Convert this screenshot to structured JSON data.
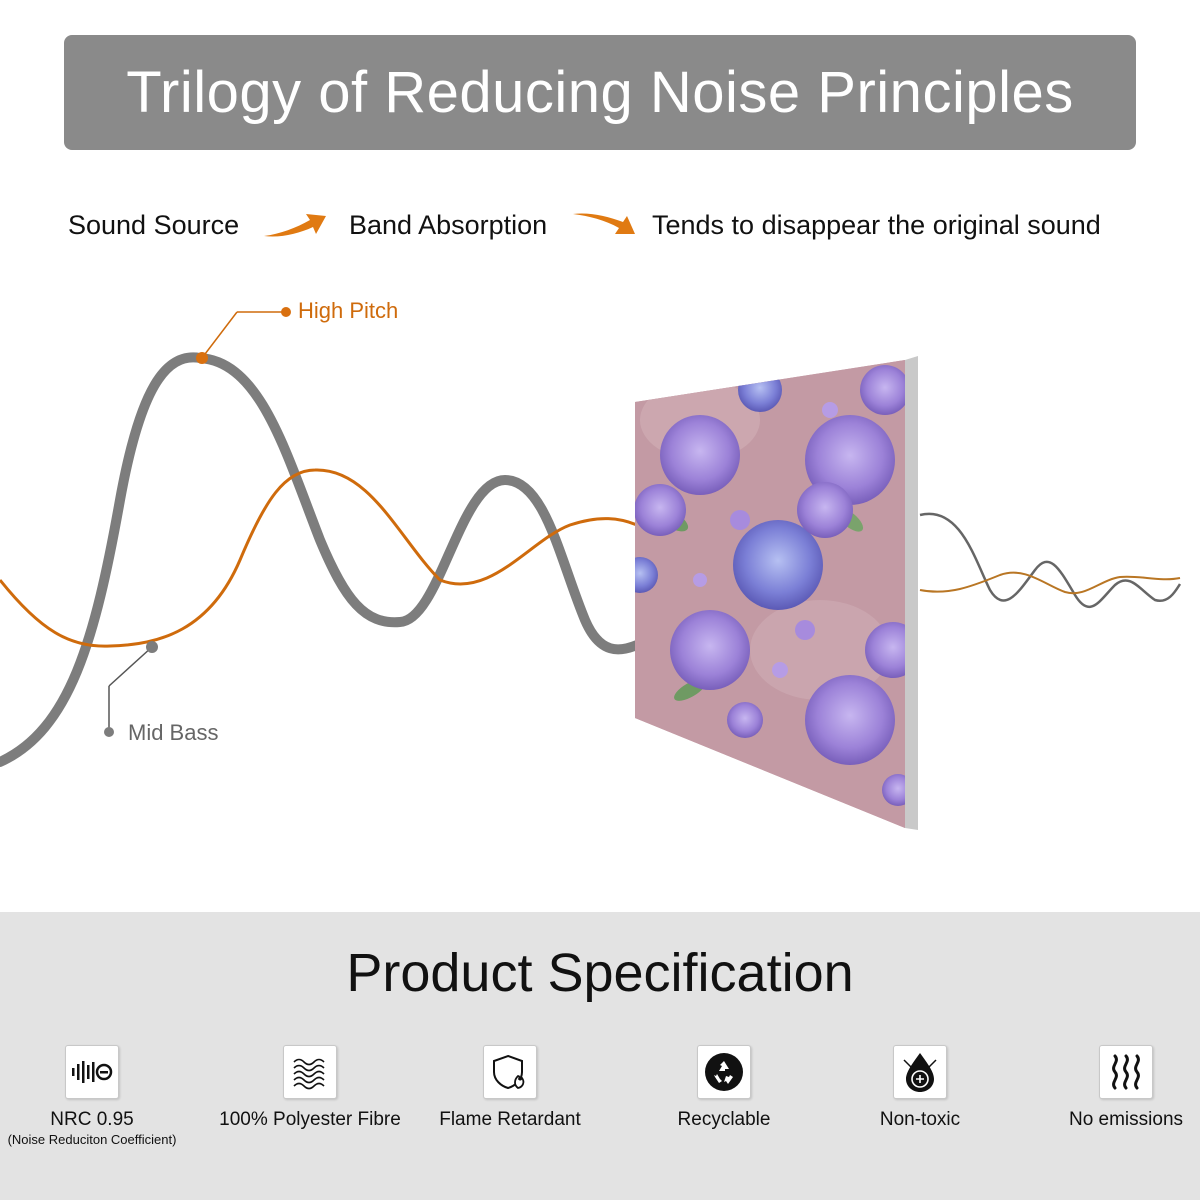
{
  "title": "Trilogy of Reducing Noise Principles",
  "flow": {
    "step1": "Sound Source",
    "step2": "Band Absorption",
    "step3": "Tends to disappear the original sound"
  },
  "callouts": {
    "high": "High Pitch",
    "mid": "Mid Bass"
  },
  "colors": {
    "accent": "#d9700f",
    "wave_gray": "#7d7d7d",
    "banner": "#8a8a8a",
    "panel_pink": "#c7a1aa",
    "flower_purple": "#8f74c9"
  },
  "spec": {
    "title": "Product Specification",
    "items": [
      {
        "icon": "sound-wave-icon",
        "label": "NRC 0.95",
        "sub": "(Noise Reduciton Coefficient)"
      },
      {
        "icon": "waves-icon",
        "label": "100% Polyester Fibre"
      },
      {
        "icon": "shield-flame-icon",
        "label": "Flame Retardant"
      },
      {
        "icon": "recycle-icon",
        "label": "Recyclable"
      },
      {
        "icon": "leaf-drop-icon",
        "label": "Non-toxic"
      },
      {
        "icon": "steam-icon",
        "label": "No emissions"
      }
    ]
  }
}
